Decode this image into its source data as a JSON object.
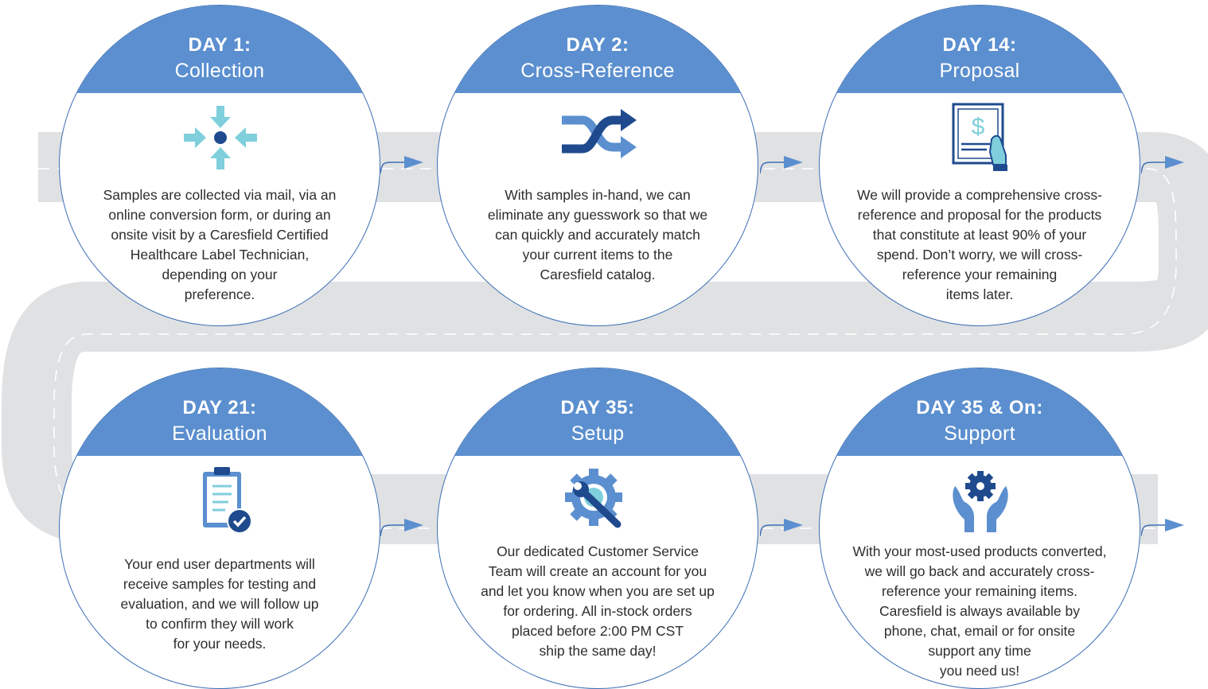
{
  "colors": {
    "header_blue": "#5b8fcf",
    "border_blue": "#3b6fb6",
    "icon_light": "#7fcfdc",
    "icon_dark": "#1f4b8e",
    "road_gray": "#e0e1e3",
    "text": "#2d2d2d"
  },
  "steps": [
    {
      "day": "DAY 1:",
      "title": "Collection",
      "icon": "collect-arrows-icon",
      "text": "Samples are collected via mail, via an\nonline conversion form, or during an\nonsite visit by a Caresfield Certified\nHealthcare Label Technician,\ndepending on your\npreference."
    },
    {
      "day": "DAY 2:",
      "title": "Cross-Reference",
      "icon": "shuffle-icon",
      "text": "With samples in-hand, we can\neliminate any guesswork so that we\ncan quickly and accurately match\nyour current items to the\nCaresfield catalog."
    },
    {
      "day": "DAY 14:",
      "title": "Proposal",
      "icon": "proposal-document-icon",
      "text": "We will provide a comprehensive cross-\nreference and proposal for the products\nthat constitute at least 90% of your\nspend. Don’t worry, we will cross-\nreference your remaining\nitems later."
    },
    {
      "day": "DAY 21:",
      "title": "Evaluation",
      "icon": "clipboard-check-icon",
      "text": "Your end user departments will\nreceive samples for testing and\nevaluation, and we will follow up\nto confirm they will work\nfor your needs."
    },
    {
      "day": "DAY 35:",
      "title": "Setup",
      "icon": "gear-wrench-icon",
      "text": "Our dedicated Customer Service\nTeam will create an account for you\nand let you know when you are set up\nfor ordering. All in-stock orders\nplaced before 2:00 PM CST\nship the same day!"
    },
    {
      "day": "DAY 35 & On:",
      "title": "Support",
      "icon": "hands-gear-icon",
      "text": "With your most-used products converted,\nwe will go back and accurately cross-\nreference your remaining items.\nCaresfield is always available by\nphone, chat, email or for onsite\nsupport any time\nyou need us!"
    }
  ]
}
